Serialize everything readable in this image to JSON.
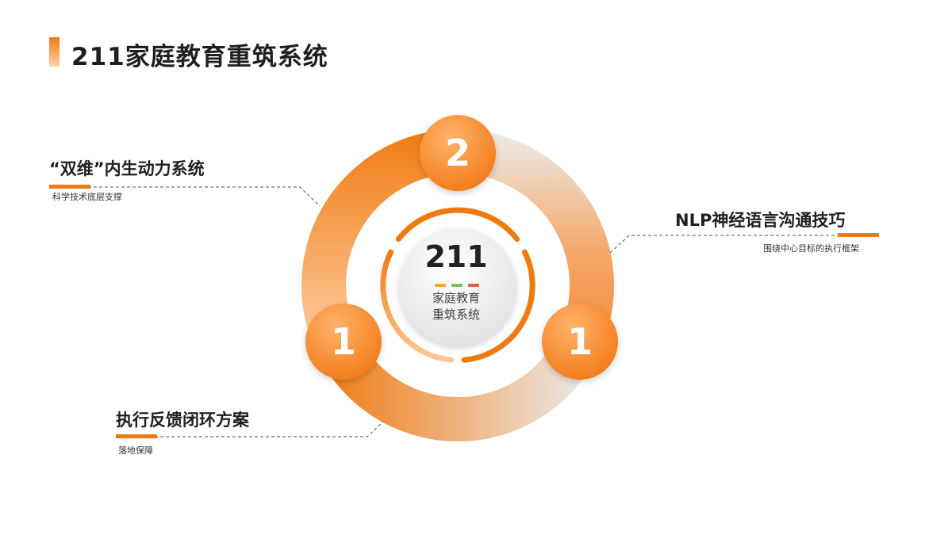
{
  "title": "211家庭教育重筑系统",
  "center": {
    "number": "211",
    "line1": "家庭教育",
    "line2": "重筑系统",
    "divider_colors": [
      "#f5a623",
      "#7dc05a",
      "#e85a3a"
    ]
  },
  "badges": {
    "top": "2",
    "left": "1",
    "right": "1"
  },
  "callouts": [
    {
      "id": "dual-dimension",
      "title": "“双维”内生动力系统",
      "subtitle": "科学技术底层支撑"
    },
    {
      "id": "nlp",
      "title": "NLP神经语言沟通技巧",
      "subtitle": "围绕中心目标的执行框架"
    },
    {
      "id": "feedback",
      "title": "执行反馈闭环方案",
      "subtitle": "落地保障"
    }
  ],
  "colors": {
    "accent": "#f07a12",
    "accent_light": "#ffd0a3",
    "ring_gray": "#eeeeee",
    "connector": "#555555"
  }
}
